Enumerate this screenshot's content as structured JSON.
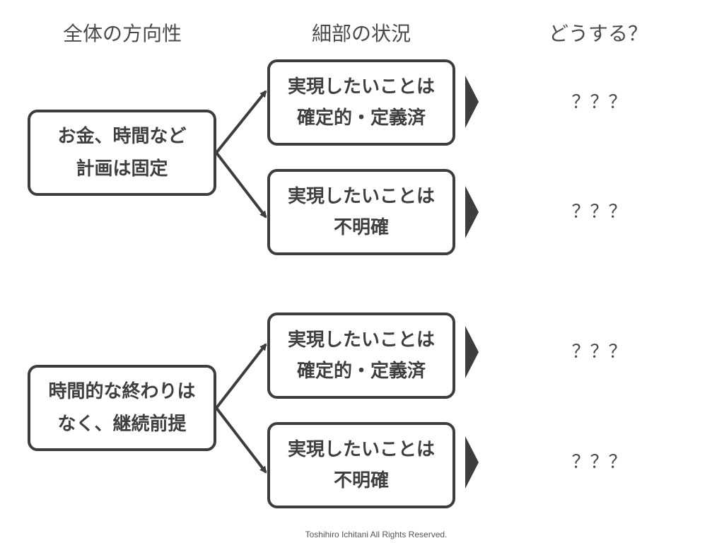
{
  "headers": {
    "overall": "全体の方向性",
    "details": "細部の状況",
    "action": "どうする？"
  },
  "groups": [
    {
      "condition": {
        "line1": "お金、時間など",
        "line2": "計画は固定"
      },
      "branches": [
        {
          "line1": "実現したいことは",
          "line2": "確定的・定義済",
          "result": "？？？"
        },
        {
          "line1": "実現したいことは",
          "line2": "不明確",
          "result": "？？？"
        }
      ]
    },
    {
      "condition": {
        "line1": "時間的な終わりは",
        "line2": "なく、継続前提"
      },
      "branches": [
        {
          "line1": "実現したいことは",
          "line2": "確定的・定義済",
          "result": "？？？"
        },
        {
          "line1": "実現したいことは",
          "line2": "不明確",
          "result": "？？？"
        }
      ]
    }
  ],
  "footer": "Toshihiro Ichitani All Rights Reserved.",
  "colors": {
    "stroke": "#3d3d3d",
    "text": "#3f3f3f",
    "background": "#ffffff"
  },
  "icons": {
    "branch_arrow": "arrow-right-icon",
    "result_arrow": "triangle-right-icon"
  }
}
